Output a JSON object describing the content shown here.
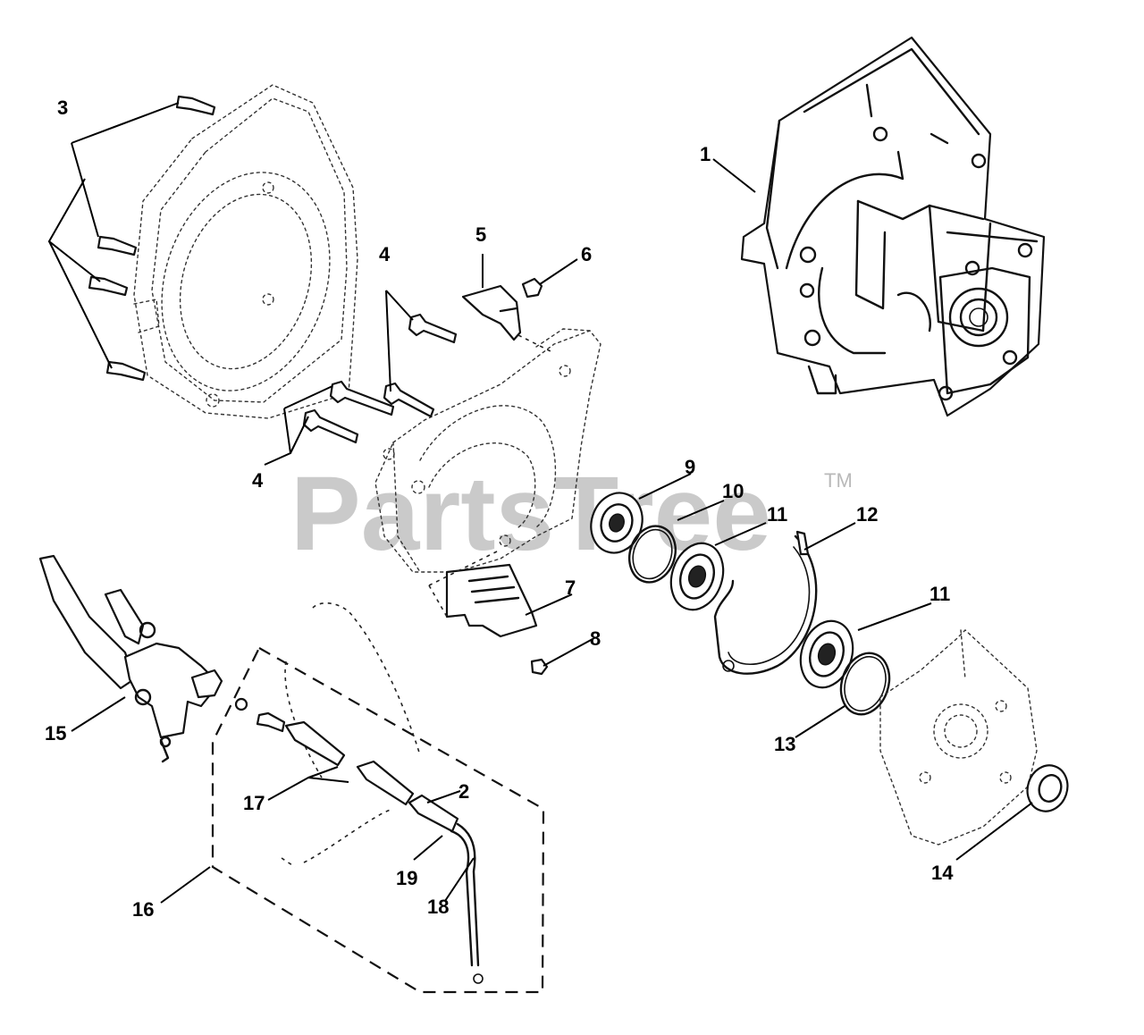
{
  "watermark": {
    "text": "PartsTree",
    "trademark": "TM"
  },
  "callouts": {
    "c1": "1",
    "c2": "2",
    "c3": "3",
    "c4a": "4",
    "c4b": "4",
    "c5": "5",
    "c6": "6",
    "c7": "7",
    "c8": "8",
    "c9": "9",
    "c10": "10",
    "c11a": "11",
    "c11b": "11",
    "c12": "12",
    "c13": "13",
    "c14": "14",
    "c15": "15",
    "c16": "16",
    "c17": "17",
    "c18": "18",
    "c19": "19"
  }
}
